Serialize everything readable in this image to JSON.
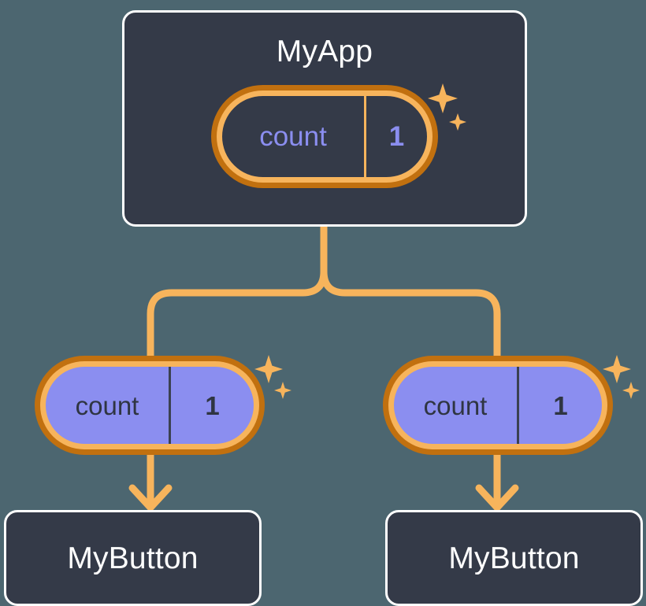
{
  "diagram": {
    "type": "component-state-tree",
    "background_color": "#4c6670",
    "palette": {
      "card_fill": "#343a48",
      "card_border": "#ffffff",
      "pill_outer_ring": "#c1700f",
      "pill_inner_ring": "#f7b45c",
      "pill_filled_body": "#8b8ef0",
      "accent_purple": "#8b8ef0",
      "connector": "#f7b45c",
      "dark_text": "#2f3542"
    }
  },
  "nodes": {
    "root": {
      "title": "MyApp",
      "state": {
        "key": "count",
        "value": "1"
      },
      "sparkle_icon": "sparkles-icon"
    },
    "children": [
      {
        "title": "MyButton",
        "state": {
          "key": "count",
          "value": "1"
        },
        "sparkle_icon": "sparkles-icon"
      },
      {
        "title": "MyButton",
        "state": {
          "key": "count",
          "value": "1"
        },
        "sparkle_icon": "sparkles-icon"
      }
    ]
  },
  "connectors": {
    "split_icon": "tree-branch-connector",
    "arrow_icon": "arrow-down-icon"
  }
}
